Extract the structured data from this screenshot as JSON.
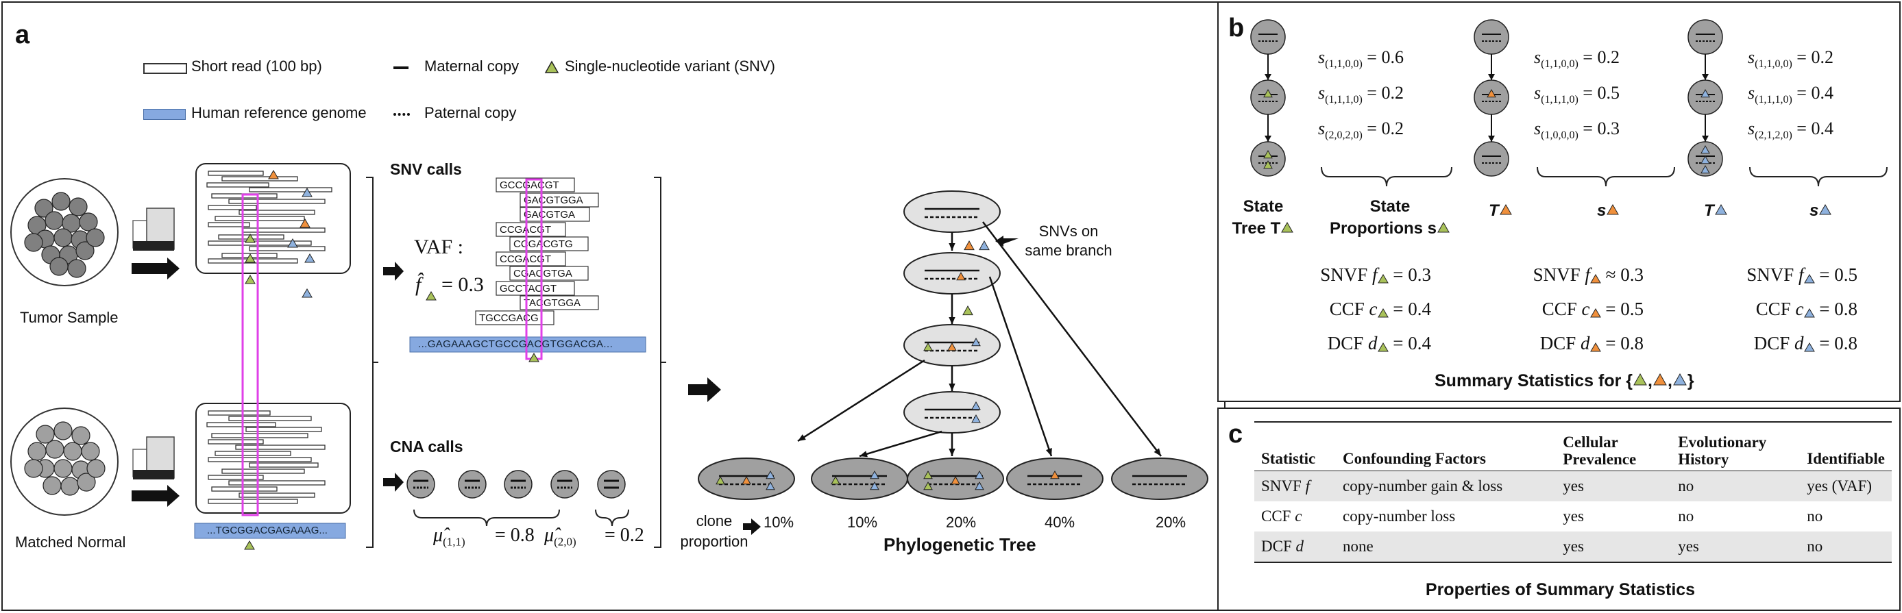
{
  "panel_a": {
    "label": "a",
    "legend": {
      "short_read": "Short read (100 bp)",
      "maternal": "Maternal copy",
      "snv": "Single-nucleotide variant (SNV)",
      "reference": "Human reference genome",
      "paternal": "Paternal copy"
    },
    "tumor_label": "Tumor Sample",
    "normal_label": "Matched Normal",
    "snv_calls_title": "SNV calls",
    "vaf_label": "VAF :",
    "vaf_value": "= 0.3",
    "reads": [
      "GCCGACGT",
      "GACGTGGA",
      "GACGTGA",
      "CCGACGT",
      "CCGACGTG",
      "CCGACGT",
      "CGACGTGA",
      "GCCTACGT",
      "TACGTGGA",
      "TGCCGACG"
    ],
    "reference_seq": "...GAGAAAGCTGCCGACGTGGACGA...",
    "normal_ref_seq": "...TGCGGACGAGAAAG...",
    "cna_calls_title": "CNA calls",
    "mu_11": "= 0.8",
    "mu_20": "= 0.2",
    "snvs_same_branch": [
      "SNVs on",
      "same branch"
    ],
    "clone_proportion": [
      "clone",
      "proportion"
    ],
    "clone_percents": [
      "10%",
      "10%",
      "20%",
      "40%",
      "20%"
    ],
    "phylo_title": "Phylogenetic Tree"
  },
  "panel_b": {
    "label": "b",
    "state_tree_label": [
      "State",
      "Tree T"
    ],
    "state_prop_label": [
      "State",
      "Proportions s"
    ],
    "t_label": "T",
    "s_label": "s",
    "green_props": [
      "= 0.6",
      "= 0.2",
      "= 0.2"
    ],
    "green_subs": [
      "(1,1,0,0)",
      "(1,1,1,0)",
      "(2,0,2,0)"
    ],
    "orange_props": [
      "= 0.2",
      "= 0.5",
      "= 0.3"
    ],
    "orange_subs": [
      "(1,1,0,0)",
      "(1,1,1,0)",
      "(1,0,0,0)"
    ],
    "blue_props": [
      "= 0.2",
      "= 0.4",
      "= 0.4"
    ],
    "blue_subs": [
      "(1,1,0,0)",
      "(1,1,1,0)",
      "(2,1,2,0)"
    ],
    "stat_names": [
      "SNVF",
      "CCF",
      "DCF"
    ],
    "stat_symbols": [
      "f",
      "c",
      "d"
    ],
    "green_stats": [
      "= 0.3",
      "= 0.4",
      "= 0.4"
    ],
    "orange_stats": [
      "≈ 0.3",
      "= 0.5",
      "= 0.8"
    ],
    "blue_stats": [
      "= 0.5",
      "= 0.8",
      "= 0.8"
    ],
    "summary_title": "Summary Statistics for {",
    "summary_close": "}"
  },
  "panel_c": {
    "label": "c",
    "headers": [
      "Statistic",
      "Confounding Factors",
      "Cellular Prevalence",
      "Evolutionary History",
      "Identifiable"
    ],
    "rows": [
      [
        "SNVF",
        "f",
        "copy-number gain & loss",
        "yes",
        "no",
        "yes (VAF)"
      ],
      [
        "CCF",
        "c",
        "copy-number loss",
        "yes",
        "no",
        "no"
      ],
      [
        "DCF",
        "d",
        "none",
        "yes",
        "yes",
        "no"
      ]
    ],
    "title": "Properties of Summary Statistics"
  },
  "colors": {
    "green": "#a9c25a",
    "orange": "#f0903c",
    "blue": "#8fb2de",
    "magenta": "#e040e8",
    "reference": "#86a9e0",
    "node_light": "#e2e2e2",
    "node_dark": "#a0a0a0"
  }
}
